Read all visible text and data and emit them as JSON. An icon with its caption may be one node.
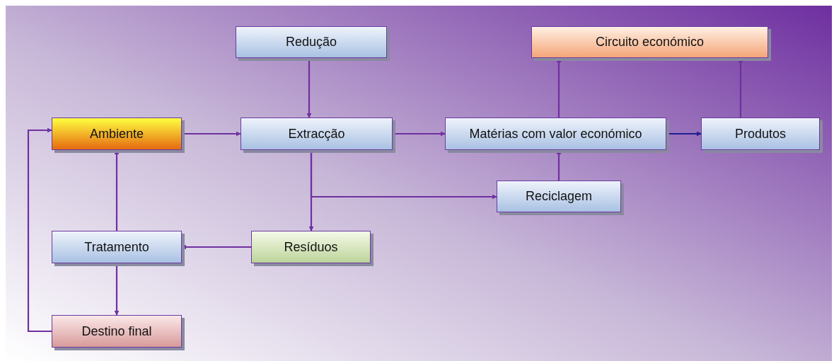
{
  "diagram": {
    "nodes": [
      {
        "text": [
          "Redução"
        ]
      },
      {
        "text": [
          "Circuito económico"
        ]
      },
      {
        "text": [
          "Ambiente"
        ]
      },
      {
        "text": [
          "Extracção"
        ]
      },
      {
        "text": [
          "Matérias com valor económico"
        ]
      },
      {
        "text": [
          "Produtos"
        ]
      },
      {
        "text": [
          "Reciclagem"
        ]
      },
      {
        "text": [
          "Tratamento"
        ]
      },
      {
        "text": [
          "Resíduos"
        ]
      },
      {
        "text": [
          "Destino final"
        ]
      }
    ],
    "edges": [
      {
        "from": 0,
        "to": 3,
        "arrow": "to"
      },
      {
        "from": 2,
        "to": 3,
        "arrow": "to"
      },
      {
        "from": 3,
        "to": 4,
        "arrow": "to"
      },
      {
        "from": 4,
        "to": 5,
        "arrow": "to",
        "color": "#1f1f8f"
      },
      {
        "from": 4,
        "to": 1,
        "arrow": "to"
      },
      {
        "from": 5,
        "to": 1,
        "arrow": "to"
      },
      {
        "from": 6,
        "to": 4,
        "arrow": "to"
      },
      {
        "from": 3,
        "to": 8,
        "arrow": "to"
      },
      {
        "from": 3,
        "to": 6,
        "arrow": "to"
      },
      {
        "from": 8,
        "to": 7,
        "arrow": "to"
      },
      {
        "from": 7,
        "to": 2,
        "arrow": "to"
      },
      {
        "from": 7,
        "to": 9,
        "arrow": "to"
      },
      {
        "from": 9,
        "to": 2,
        "arrow": "to"
      }
    ]
  }
}
